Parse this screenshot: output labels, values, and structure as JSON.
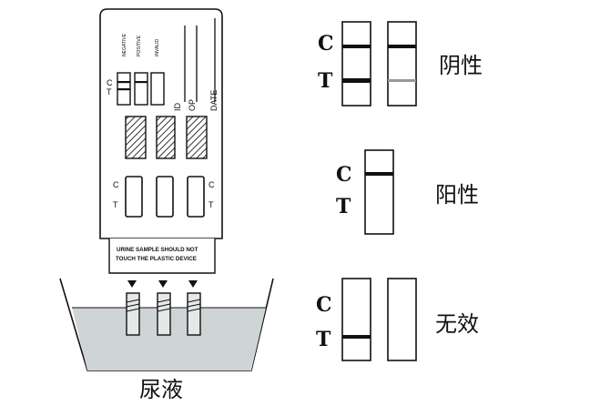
{
  "device": {
    "window_labels": {
      "c": "C",
      "t": "T"
    },
    "rotated_labels": [
      "NEGATIVE",
      "POSITIVE",
      "INVALID"
    ],
    "field_labels": [
      "ID",
      "OP",
      "DATE"
    ],
    "well_labels_left": {
      "c": "C",
      "t": "T"
    },
    "well_labels_right": {
      "c": "C",
      "t": "T"
    },
    "warning_line1": "URINE SAMPLE SHOULD NOT",
    "warning_line2": "TOUCH THE PLASTIC DEVICE"
  },
  "cup": {
    "label": "尿液"
  },
  "results": [
    {
      "c": "C",
      "t": "T",
      "label": "阴性"
    },
    {
      "c": "C",
      "t": "T",
      "label": "阳性"
    },
    {
      "c": "C",
      "t": "T",
      "label": "无效"
    }
  ]
}
